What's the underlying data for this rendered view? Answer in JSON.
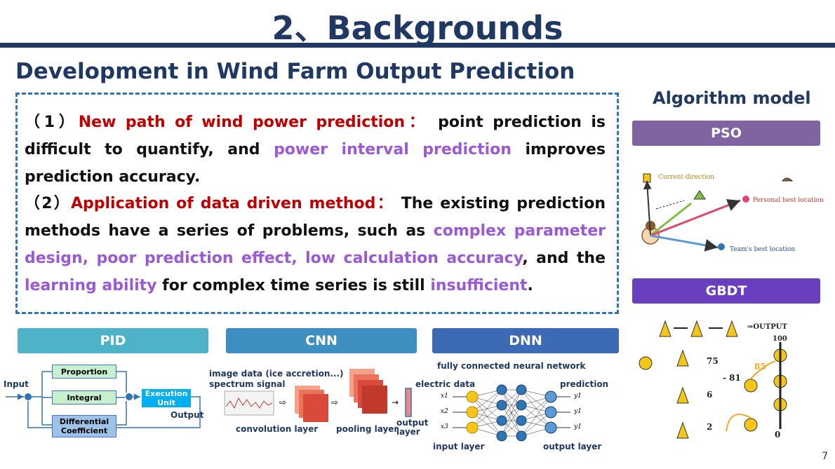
{
  "title": "2、Backgrounds",
  "subtitle": "Development in Wind Farm Output Prediction",
  "para1": {
    "prefix": "（1）",
    "red": "New path of wind power prediction",
    "colon": "：",
    "text1": " point prediction is difficult to quantify, and ",
    "purple1": "power interval prediction",
    "text2": " improves prediction accuracy."
  },
  "para2": {
    "prefix": "（2）",
    "red": "Application of data driven method",
    "colon": "：",
    "text1": " The existing prediction methods have a series of problems, such as ",
    "purple1": "complex parameter design, poor prediction effect, low calculation accuracy",
    "text2": ", and the ",
    "purple2": "learning ability",
    "text3": " for complex time series is still ",
    "purple3": "insufficient",
    "text4": "."
  },
  "algorithm": {
    "title": "Algorithm model",
    "pso": "PSO",
    "gbdt": "GBDT",
    "pso_labels": {
      "current": "Current direction",
      "personal": "Personal best location",
      "team": "Team's best location"
    },
    "gbdt_labels": {
      "output": "⇒OUTPUT",
      "top": "100",
      "v75": "75",
      "v81": "- 81",
      "v85": "85",
      "v6": "6",
      "v2": "2",
      "bottom": "0"
    }
  },
  "pid": {
    "label": "PID",
    "input": "Input",
    "output": "Output",
    "proportion": "Proportion",
    "integral": "Integral",
    "differential": "Differential Coefficient",
    "execution": "Execution Unit"
  },
  "cnn": {
    "label": "CNN",
    "image_data": "image data (ice accretion...)",
    "spectrum": "spectrum signal",
    "convolution": "convolution layer",
    "pooling": "pooling layer",
    "output": "output layer"
  },
  "dnn": {
    "label": "DNN",
    "heading": "fully connected neural network",
    "electric": "electric data",
    "prediction": "prediction",
    "input_layer": "input layer",
    "output_layer": "output layer",
    "x1": "x1",
    "x2": "x2",
    "x3": "x3",
    "y1": "y1",
    "y2": "y1",
    "y3": "y1"
  },
  "page_number": "7"
}
